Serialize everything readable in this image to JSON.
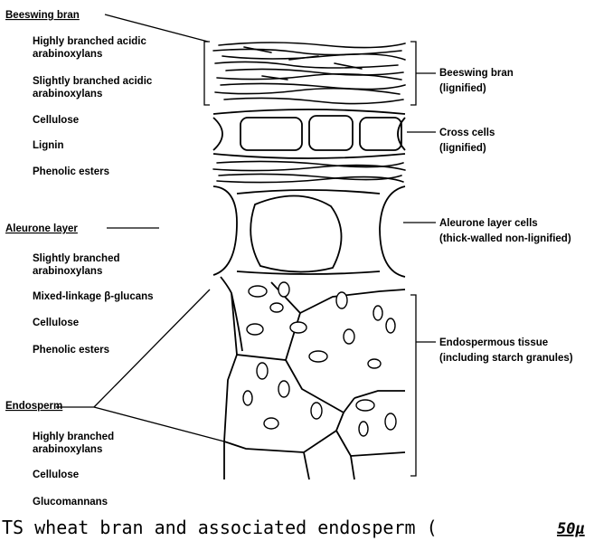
{
  "left_labels": {
    "beeswing_header": "Beeswing bran",
    "hb_acidic_1": "Highly branched acidic",
    "hb_acidic_2": "arabinoxylans",
    "sb_acidic_1": "Slightly branched acidic",
    "sb_acidic_2": "arabinoxylans",
    "cellulose_1": "Cellulose",
    "lignin": "Lignin",
    "phenolic_1": "Phenolic esters",
    "aleurone_header": "Aleurone layer",
    "sb_1": "Slightly branched",
    "sb_2": "arabinoxylans",
    "mixed_glucans": "Mixed-linkage β-glucans",
    "cellulose_2": "Cellulose",
    "phenolic_2": "Phenolic esters",
    "endosperm_header": "Endosperm",
    "hb_1": "Highly branched",
    "hb_2": "arabinoxylans",
    "cellulose_3": "Cellulose",
    "glucomannans": "Glucomannans"
  },
  "right_labels": {
    "beeswing_1": "Beeswing bran",
    "beeswing_2": "(lignified)",
    "cross_1": "Cross cells",
    "cross_2": "(lignified)",
    "aleurone_1": "Aleurone layer cells",
    "aleurone_2": "(thick-walled non-lignified)",
    "endo_1": "Endospermous tissue",
    "endo_2": "(including starch granules)"
  },
  "caption": {
    "text": "TS wheat bran and associated endosperm (",
    "handwritten": "50µ"
  }
}
